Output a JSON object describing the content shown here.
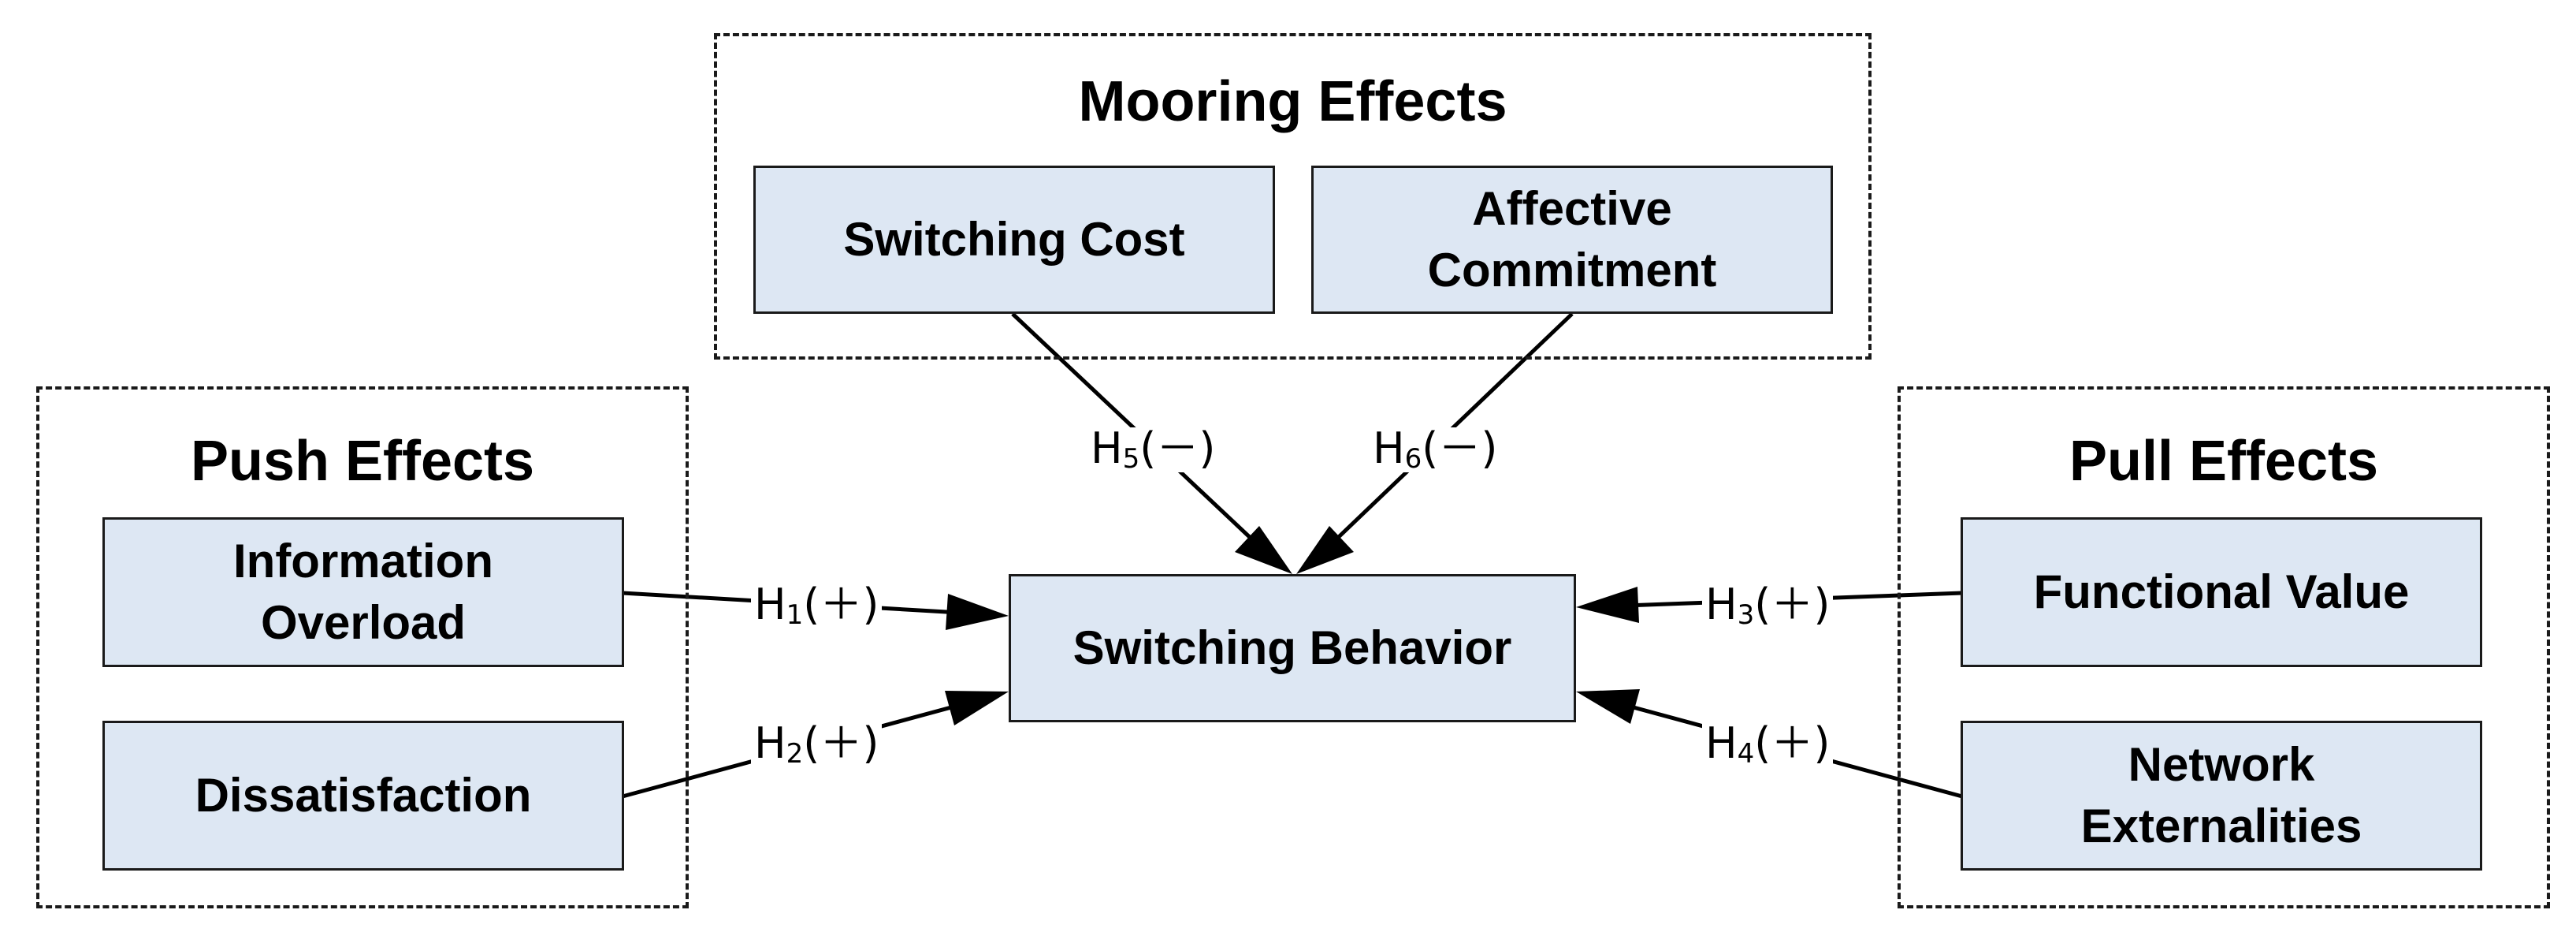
{
  "groups": {
    "mooring": {
      "title": "Mooring Effects"
    },
    "push": {
      "title": "Push Effects"
    },
    "pull": {
      "title": "Pull Effects"
    }
  },
  "nodes": {
    "switching_cost": "Switching Cost",
    "affective_commitment": "Affective\nCommitment",
    "information_overload": "Information\nOverload",
    "dissatisfaction": "Dissatisfaction",
    "switching_behavior": "Switching Behavior",
    "functional_value": "Functional Value",
    "network_externalities": "Network\nExternalities"
  },
  "hypotheses": {
    "h1": {
      "base": "H",
      "sub": "1",
      "sign": "(＋)"
    },
    "h2": {
      "base": "H",
      "sub": "2",
      "sign": "(＋)"
    },
    "h3": {
      "base": "H",
      "sub": "3",
      "sign": "(＋)"
    },
    "h4": {
      "base": "H",
      "sub": "4",
      "sign": "(＋)"
    },
    "h5": {
      "base": "H",
      "sub": "5",
      "sign": "(－)"
    },
    "h6": {
      "base": "H",
      "sub": "6",
      "sign": "(－)"
    }
  }
}
